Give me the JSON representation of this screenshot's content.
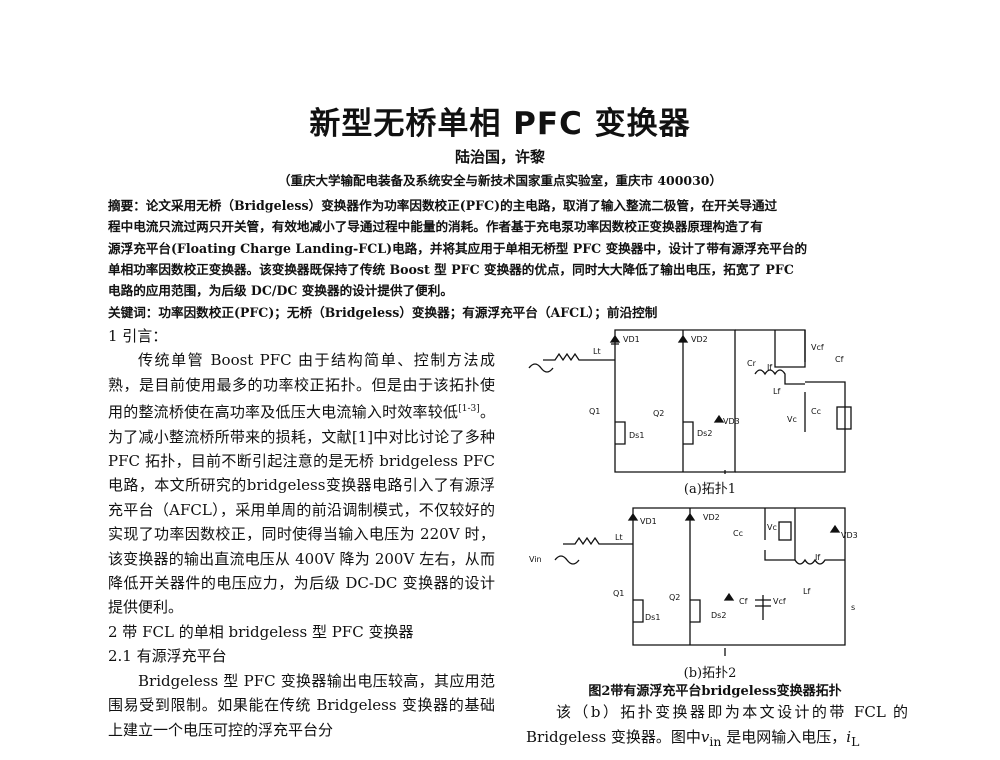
{
  "paper": {
    "title": "新型无桥单相 PFC 变换器",
    "authors": "陆治国，许黎",
    "affiliation": "（重庆大学输配电装备及系统安全与新技术国家重点实验室，重庆市 400030）",
    "abstract_lines": [
      "摘要：论文采用无桥（Bridgeless）变换器作为功率因数校正(PFC)的主电路，取消了输入整流二极管，在开关导通过",
      "程中电流只流过两只开关管，有效地减小了导通过程中能量的消耗。作者基于充电泵功率因数校正变换器原理构造了有",
      "源浮充平台(Floating Charge Landing-FCL)电路，并将其应用于单相无桥型 PFC 变换器中，设计了带有源浮充平台的",
      "单相功率因数校正变换器。该变换器既保持了传统 Boost 型 PFC 变换器的优点，同时大大降低了输出电压，拓宽了 PFC",
      "电路的应用范围，为后级 DC/DC 变换器的设计提供了便利。"
    ],
    "keywords": "关键词：功率因数校正(PFC)；无桥（Bridgeless）变换器；有源浮充平台（AFCL）；前沿控制",
    "sec1_heading": "1 引言：",
    "sec1_para_a": "传统单管 Boost PFC 由于结构简单、控制方法成熟，是目前使用最多的功率校正拓扑。但是由于该拓扑使用的整流桥使在高功率及低压大电流输入时效率较低",
    "sec1_cite": "[1-3]",
    "sec1_para_b": "。为了减小整流桥所带来的损耗，文献[1]中对比讨论了多种 PFC 拓扑，目前不断引起注意的是无桥 bridgeless PFC 电路，本文所研究的bridgeless变换器电路引入了有源浮充平台（AFCL），采用单周的前沿调制模式，不仅较好的实现了功率因数校正，同时使得当输入电压为 220V 时，该变换器的输出直流电压从 400V 降为 200V 左右，从而降低开关器件的电压应力，为后级 DC-DC 变换器的设计提供便利。",
    "sec2_heading": "2 带 FCL 的单相 bridgeless 型 PFC 变换器",
    "sec21_heading": "2.1 有源浮充平台",
    "sec21_para": "Bridgeless 型 PFC 变换器输出电压较高，其应用范围易受到限制。如果能在传统 Bridgeless 变换器的基础上建立一个电压可控的浮充平台分",
    "caption_a": "(a)拓扑1",
    "caption_b": "(b)拓扑2",
    "figure_caption": "图2带有源浮充平台bridgeless变换器拓扑",
    "right_para_a": "该（b）拓扑变换器即为本文设计的带 FCL 的 Bridgeless 变换器。图中",
    "right_para_vin": "v",
    "right_para_vin_sub": "in",
    "right_para_b": " 是电网输入电压，",
    "right_para_il": "i",
    "right_para_il_sub": "L"
  },
  "circuit_a_labels": {
    "vd1": "VD1",
    "vd2": "VD2",
    "vcf": "Vcf",
    "cf": "Cf",
    "cr": "Cr",
    "lt": "Lt",
    "if": "If",
    "lf": "Lf",
    "vc": "Vc",
    "cc": "Cc",
    "q1": "Q1",
    "q2": "Q2",
    "vd3": "VD3",
    "ds1": "Ds1",
    "ds2": "Ds2"
  },
  "circuit_b_labels": {
    "vd1": "VD1",
    "vd2": "VD2",
    "vd3": "VD3",
    "cc": "Cc",
    "vc": "Vc",
    "lt": "Lt",
    "vin": "Vin",
    "if": "If",
    "lf": "Lf",
    "q1": "Q1",
    "q2": "Q2",
    "cf": "Cf",
    "vcf": "Vcf",
    "ds1": "Ds1",
    "ds2": "Ds2",
    "s": "s"
  }
}
